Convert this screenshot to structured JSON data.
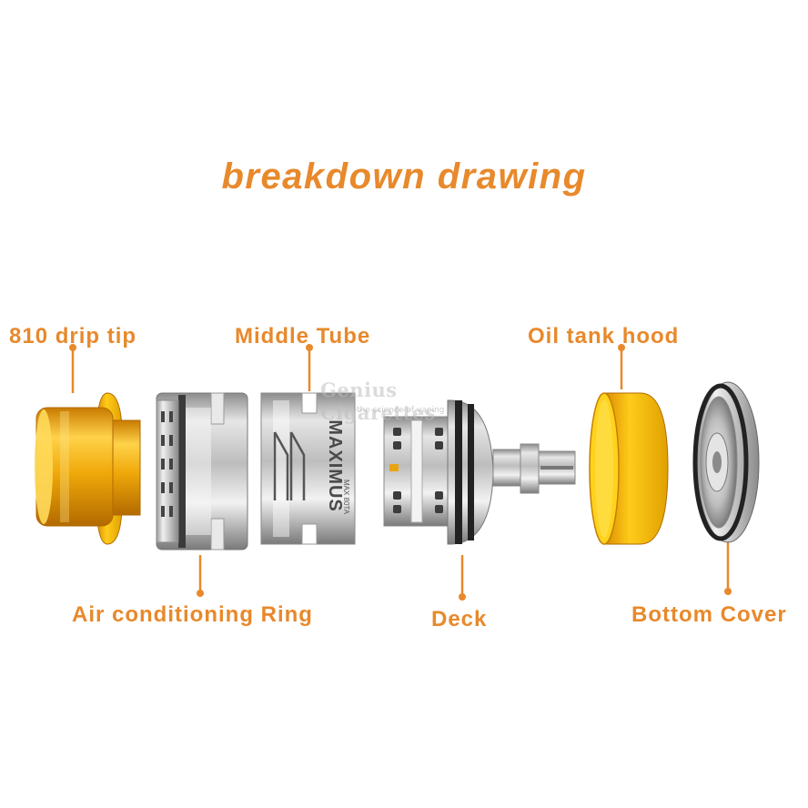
{
  "title": "breakdown drawing",
  "labels": {
    "drip_tip": "810 drip tip",
    "middle_tube": "Middle Tube",
    "oil_tank_hood": "Oil tank hood",
    "air_ring": "Air conditioning Ring",
    "deck": "Deck",
    "bottom_cover": "Bottom Cover"
  },
  "engraving": {
    "brand": "MAXIMUS",
    "model": "MAX 80TA"
  },
  "watermark": {
    "name": "Genius Cigarettes",
    "tagline": "the science of vaping"
  },
  "colors": {
    "accent": "#e8892b",
    "amber": "#e8a512",
    "steel": "#c9c9c9"
  }
}
